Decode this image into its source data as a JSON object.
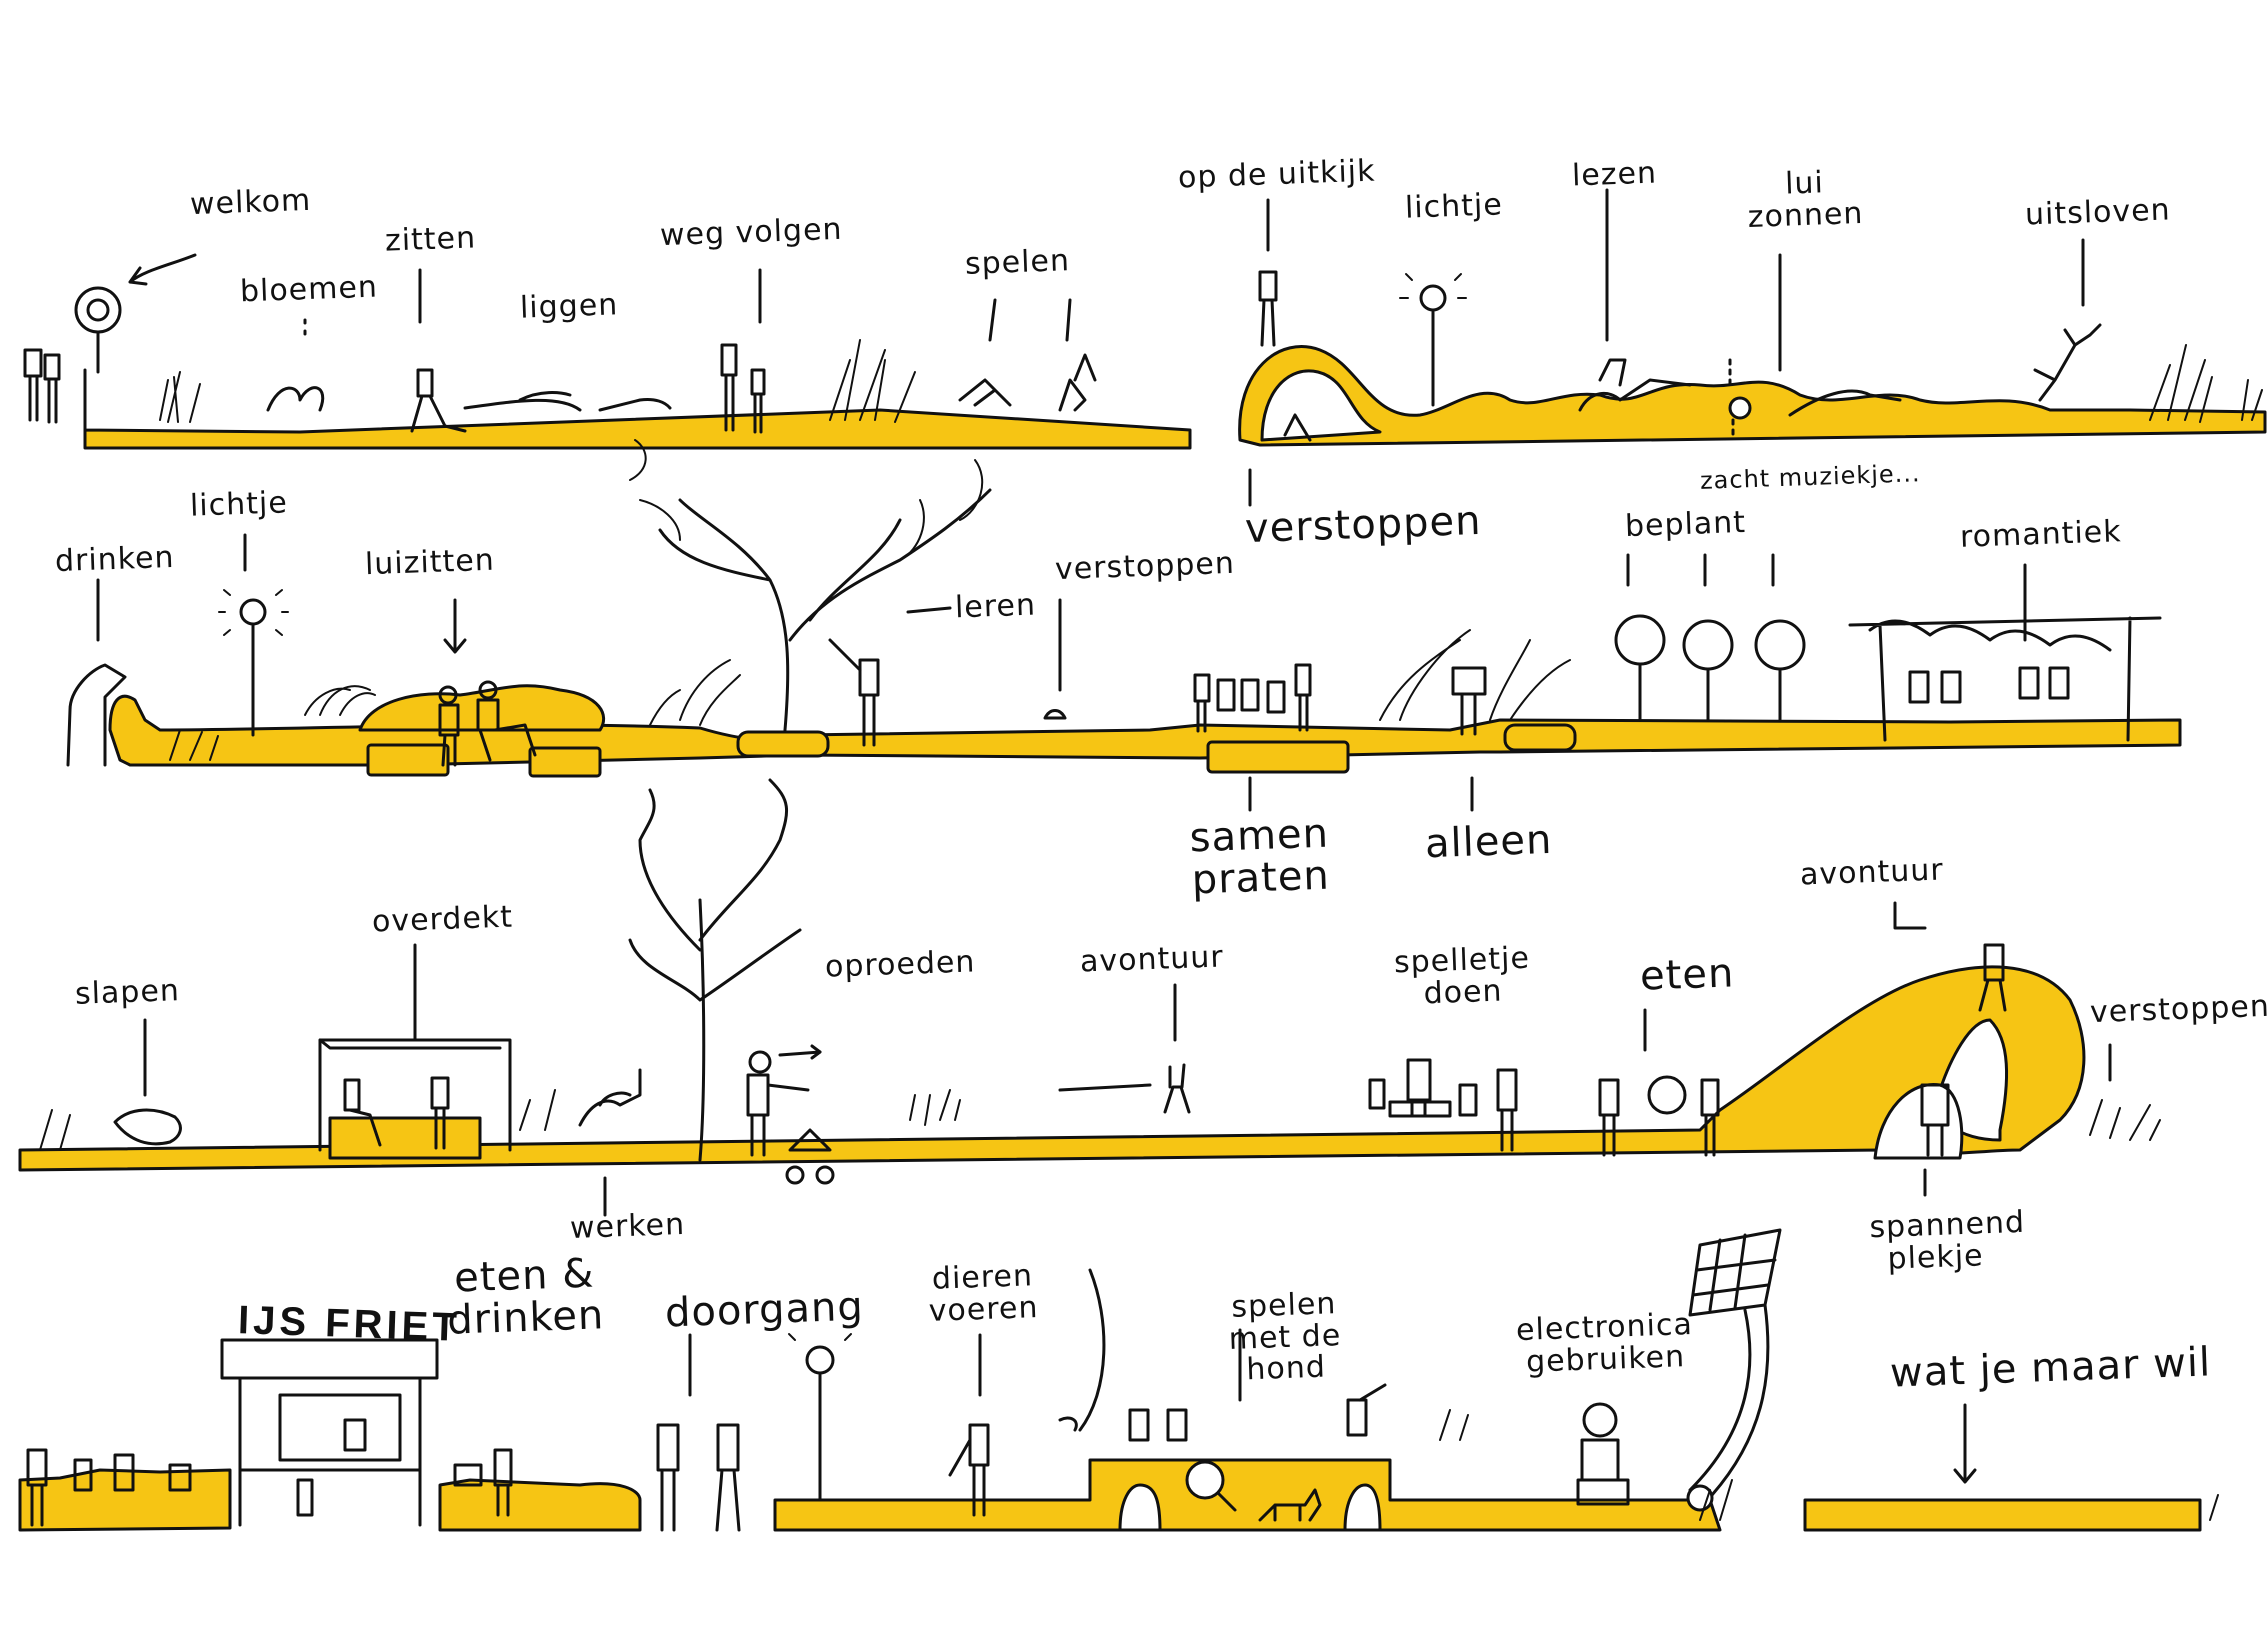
{
  "labels": {
    "welkom": "welkom",
    "bloemen": "bloemen",
    "zitten": "zitten",
    "liggen": "liggen",
    "weg_volgen": "weg volgen",
    "spelen_1": "spelen",
    "op_de_uitkijk": "op de uitkijk",
    "lichtje_1": "lichtje",
    "lezen": "lezen",
    "lui_zonnen": "lui zonnen",
    "uitsloven": "uitsloven",
    "verstoppen_1": "verstoppen",
    "zacht_muziekje": "zacht muziekje...",
    "drinken": "drinken",
    "lichtje_2": "lichtje",
    "luizitten": "luizitten",
    "leren": "leren",
    "verstoppen_2": "verstoppen",
    "beplant": "beplant",
    "romantiek": "romantiek",
    "samen_praten": "samen praten",
    "alleen": "alleen",
    "slapen": "slapen",
    "overdekt": "overdekt",
    "werken": "werken",
    "oproeden": "oproeden",
    "avontuur_1": "avontuur",
    "spelletje_doen": "spelletje doen",
    "eten_1": "eten",
    "avontuur_2": "avontuur",
    "verstoppen_3": "verstoppen",
    "spannend_plekje": "spannend plekje",
    "ijs_friet": "IJS FRIET",
    "eten_drinken": "eten & drinken",
    "doorgang": "doorgang",
    "dieren_voeren": "dieren voeren",
    "spelen_hond": "spelen met de hond",
    "electronica": "electronica gebruiken",
    "wat_je_maar_wil": "wat je maar wil"
  },
  "colors": {
    "accent": "#f6c514",
    "ink": "#111111",
    "paper": "#ffffff"
  },
  "icons": [
    "welcome-sign-icon",
    "street-lamp-icon",
    "tree-icon",
    "slide-icon",
    "pergola-icon",
    "shelter-icon",
    "kiosk-icon",
    "solar-panel-icon",
    "dog-icon"
  ]
}
